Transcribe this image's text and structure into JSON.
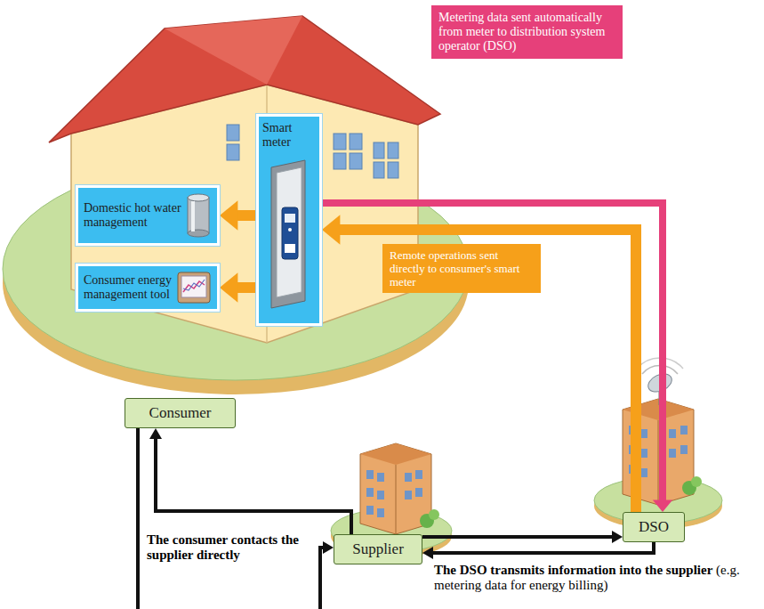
{
  "diagram": {
    "nodes": [
      {
        "text": [
          "Domestic hot water management"
        ]
      },
      {
        "text": [
          "Consumer energy management tool"
        ]
      },
      {
        "text": [
          "Smart meter"
        ]
      },
      {
        "text": [
          "Metering data sent automatically from meter to distribution system operator (DSO)"
        ]
      },
      {
        "text": [
          "Remote operations sent directly to consumer's smart meter"
        ]
      },
      {
        "text": [
          "Consumer"
        ]
      },
      {
        "text": [
          "Supplier"
        ]
      },
      {
        "text": [
          "DSO"
        ]
      }
    ],
    "edges": [
      {
        "from": 2,
        "to": 0,
        "arrow": "to"
      },
      {
        "from": 2,
        "to": 1,
        "arrow": "to"
      },
      {
        "from": 2,
        "to": 7,
        "arrow": "to"
      },
      {
        "from": 7,
        "to": 2,
        "arrow": "to"
      },
      {
        "from": 5,
        "to": 6,
        "arrow": "to"
      },
      {
        "from": 6,
        "to": 5,
        "arrow": "to"
      },
      {
        "from": 6,
        "to": 7,
        "arrow": "to"
      },
      {
        "from": 7,
        "to": 6,
        "arrow": "to"
      }
    ],
    "labels": [
      "The consumer contacts the supplier directly",
      "The DSO transmits information into the supplier",
      "(e.g. metering data for energy billing)"
    ]
  }
}
